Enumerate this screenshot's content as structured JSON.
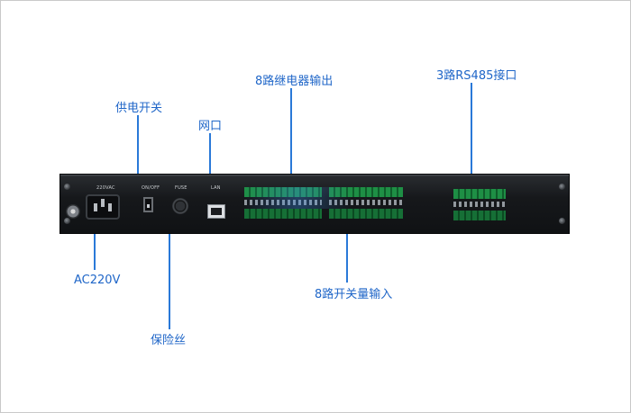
{
  "labels": {
    "power_switch": "供电开关",
    "network_port": "网口",
    "relay_output": "8路继电器输出",
    "rs485": "3路RS485接口",
    "ac_input": "AC220V",
    "fuse": "保险丝",
    "switch_input": "8路开关量输入"
  },
  "device": {
    "ac_marking": "220VAC",
    "switch_marking": "ON/OFF",
    "fuse_marking": "FUSE",
    "lan_marking": "LAN"
  },
  "colors": {
    "callout_text": "#1f66c8",
    "callout_line": "#2a79d8",
    "terminal_green": "#1e8f45",
    "chassis": "#16181b"
  }
}
